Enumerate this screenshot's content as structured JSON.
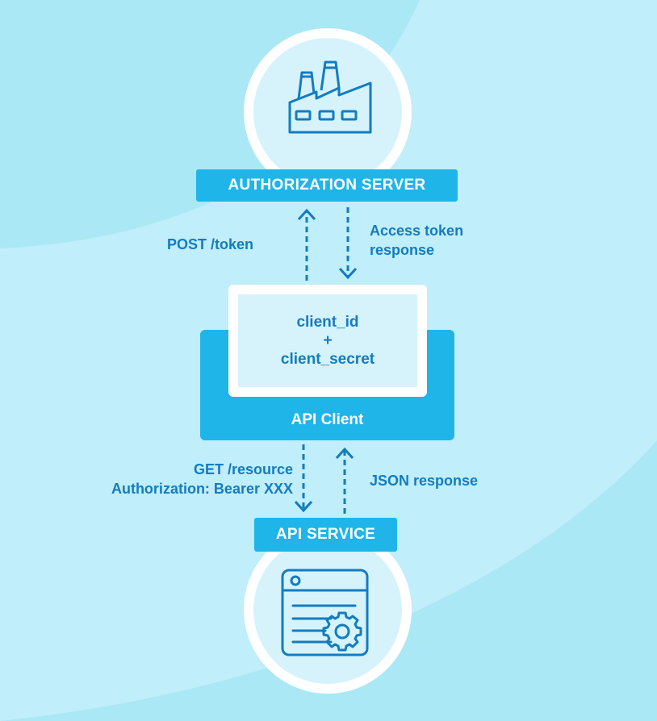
{
  "colors": {
    "background_dark": "#abe8f6",
    "background_light": "#c0eefa",
    "accent_blue": "#1fb5e8",
    "text_blue": "#137cc0",
    "circle_fill": "#d6f3fc",
    "white": "#ffffff"
  },
  "authorization_server": {
    "label": "AUTHORIZATION SERVER",
    "icon": "factory-icon"
  },
  "flows_top": {
    "request_label": "POST /token",
    "response_label_line1": "Access token",
    "response_label_line2": "response"
  },
  "api_client": {
    "title": "API Client",
    "credential_line1": "client_id",
    "credential_plus": "+",
    "credential_line2": "client_secret"
  },
  "flows_bottom": {
    "request_label_line1": "GET /resource",
    "request_label_line2": "Authorization: Bearer XXX",
    "response_label": "JSON response"
  },
  "api_service": {
    "label": "API SERVICE",
    "icon": "web-service-gear-icon"
  }
}
